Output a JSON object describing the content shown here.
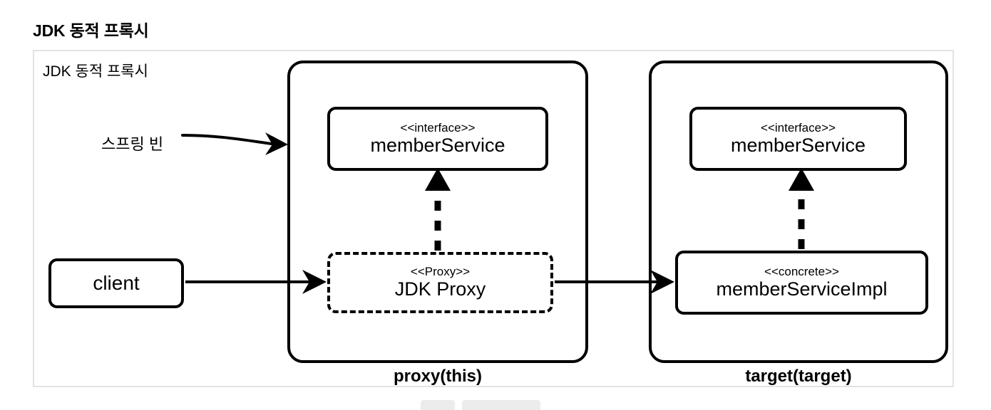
{
  "page": {
    "title": "JDK 동적 프록시"
  },
  "diagram": {
    "label": "JDK 동적 프록시",
    "containers": [
      {
        "id": "proxy",
        "caption": "proxy(this)"
      },
      {
        "id": "target",
        "caption": "target(target)"
      }
    ],
    "nodes": {
      "client": {
        "name": "client"
      },
      "proxy_interface": {
        "stereotype": "<<interface>>",
        "name": "memberService"
      },
      "target_interface": {
        "stereotype": "<<interface>>",
        "name": "memberService"
      },
      "jdk_proxy": {
        "stereotype": "<<Proxy>>",
        "name": "JDK Proxy"
      },
      "impl": {
        "stereotype": "<<concrete>>",
        "name": "memberServiceImpl"
      }
    },
    "annotations": {
      "spring_bean": "스프링 빈"
    },
    "colors": {
      "stroke": "#000000",
      "frame_border": "#e3e3e3",
      "background": "#ffffff",
      "chip": "#ececec"
    }
  }
}
